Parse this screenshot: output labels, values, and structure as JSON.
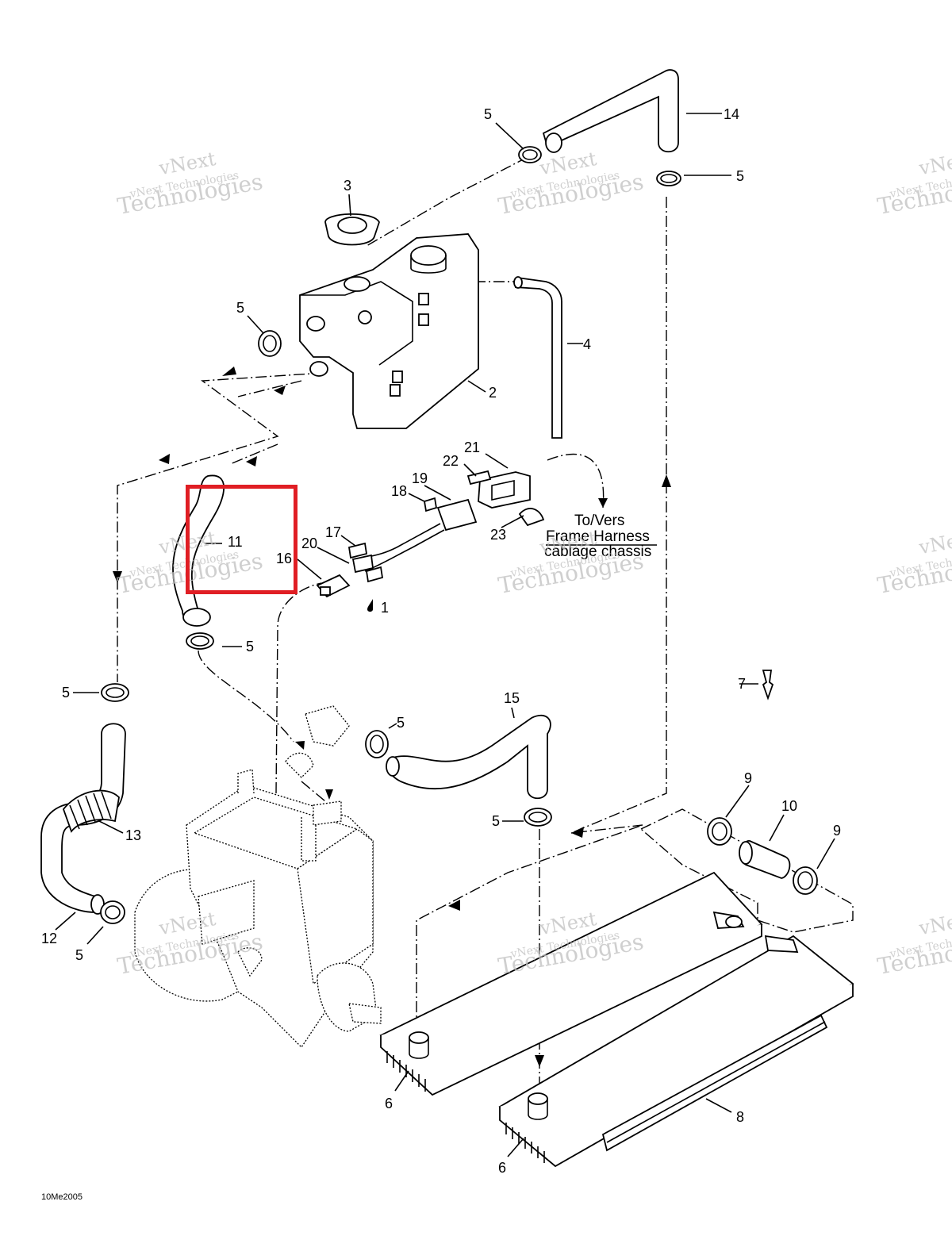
{
  "diagram": {
    "part_labels": [
      "1",
      "2",
      "3",
      "4",
      "5",
      "6",
      "7",
      "8",
      "9",
      "10",
      "11",
      "12",
      "13",
      "14",
      "15",
      "16",
      "17",
      "18",
      "19",
      "20",
      "21",
      "22",
      "23"
    ],
    "note": {
      "line1": "To/Vers",
      "line2": "Frame Harness",
      "line3": "cablage chassis"
    },
    "drawing_code": "10Me2005",
    "watermark": {
      "line1": "vNext",
      "line2": "vNext Technologies",
      "line3": "Technologies"
    },
    "highlight_color": "#e01e24"
  }
}
